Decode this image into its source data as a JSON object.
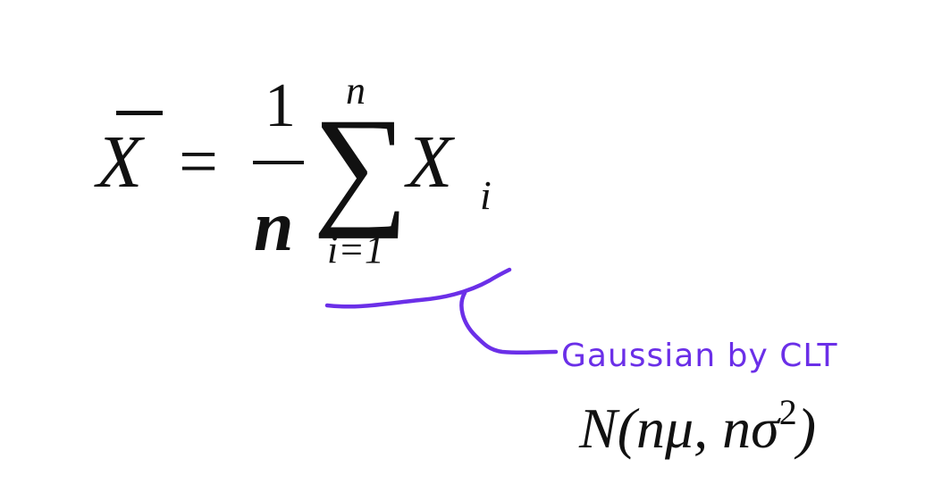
{
  "formula": {
    "lhs_symbol": "X",
    "equals": "=",
    "fraction_numerator": "1",
    "fraction_denominator": "n",
    "sum_symbol": "∑",
    "sum_upper": "n",
    "sum_lower": "i=1",
    "summand": "X",
    "summand_subscript": "i"
  },
  "annotation": {
    "label": "Gaussian by CLT",
    "ink_color": "#6b2fe8"
  },
  "distribution": {
    "expression": "N(nμ, nσ",
    "exponent": "2",
    "closing": ")"
  }
}
